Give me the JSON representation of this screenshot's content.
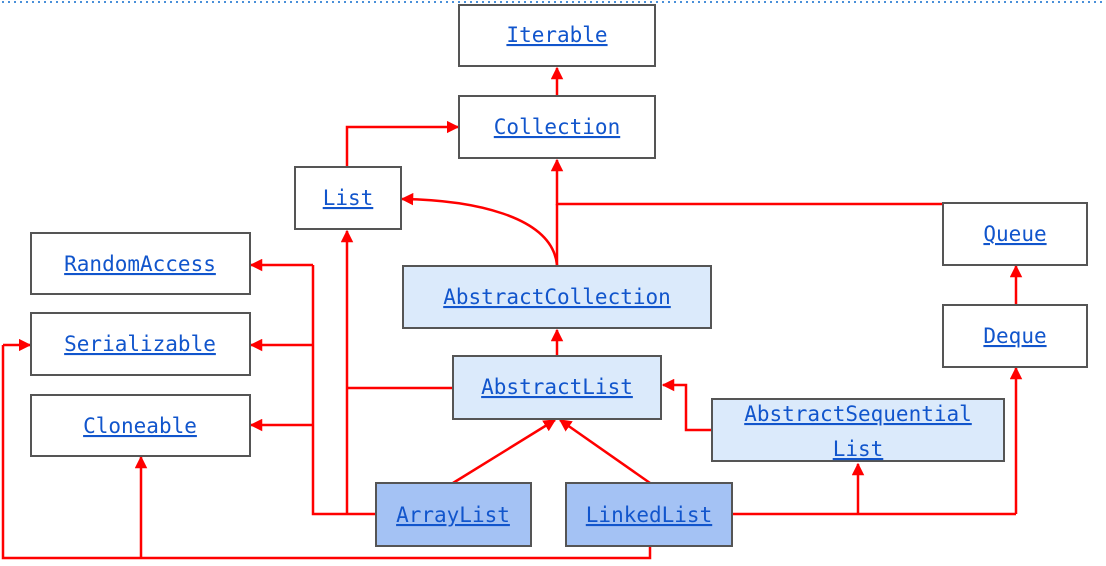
{
  "colors": {
    "edge": "#ff0000",
    "link_text": "#1155cc",
    "box_border": "#555555",
    "fill_interface": "#ffffff",
    "fill_abstract": "#dbeafb",
    "fill_concrete": "#a4c2f4",
    "top_rule": "#4a90d9"
  },
  "nodes": {
    "iterable": {
      "label": "Iterable",
      "kind": "interface"
    },
    "collection": {
      "label": "Collection",
      "kind": "interface"
    },
    "list": {
      "label": "List",
      "kind": "interface"
    },
    "random_access": {
      "label": "RandomAccess",
      "kind": "interface"
    },
    "serializable": {
      "label": "Serializable",
      "kind": "interface"
    },
    "cloneable": {
      "label": "Cloneable",
      "kind": "interface"
    },
    "queue": {
      "label": "Queue",
      "kind": "interface"
    },
    "deque": {
      "label": "Deque",
      "kind": "interface"
    },
    "abstract_collection": {
      "label": "AbstractCollection",
      "kind": "abstract"
    },
    "abstract_list": {
      "label": "AbstractList",
      "kind": "abstract"
    },
    "abstract_sequential_list": {
      "label_line1": "AbstractSequential",
      "label_line2": "List",
      "kind": "abstract"
    },
    "array_list": {
      "label": "ArrayList",
      "kind": "concrete"
    },
    "linked_list": {
      "label": "LinkedList",
      "kind": "concrete"
    }
  },
  "edges": [
    {
      "from": "Collection",
      "to": "Iterable"
    },
    {
      "from": "List",
      "to": "Collection"
    },
    {
      "from": "Queue",
      "to": "Collection"
    },
    {
      "from": "AbstractCollection",
      "to": "Collection"
    },
    {
      "from": "AbstractCollection",
      "to": "List"
    },
    {
      "from": "AbstractList",
      "to": "AbstractCollection"
    },
    {
      "from": "AbstractList",
      "to": "List"
    },
    {
      "from": "AbstractSequentialList",
      "to": "AbstractList"
    },
    {
      "from": "Deque",
      "to": "Queue"
    },
    {
      "from": "ArrayList",
      "to": "AbstractList"
    },
    {
      "from": "ArrayList",
      "to": "List"
    },
    {
      "from": "ArrayList",
      "to": "RandomAccess"
    },
    {
      "from": "ArrayList",
      "to": "Serializable"
    },
    {
      "from": "ArrayList",
      "to": "Cloneable"
    },
    {
      "from": "LinkedList",
      "to": "AbstractList"
    },
    {
      "from": "LinkedList",
      "to": "AbstractSequentialList"
    },
    {
      "from": "LinkedList",
      "to": "Deque"
    },
    {
      "from": "LinkedList",
      "to": "Serializable"
    },
    {
      "from": "LinkedList",
      "to": "Cloneable"
    }
  ]
}
